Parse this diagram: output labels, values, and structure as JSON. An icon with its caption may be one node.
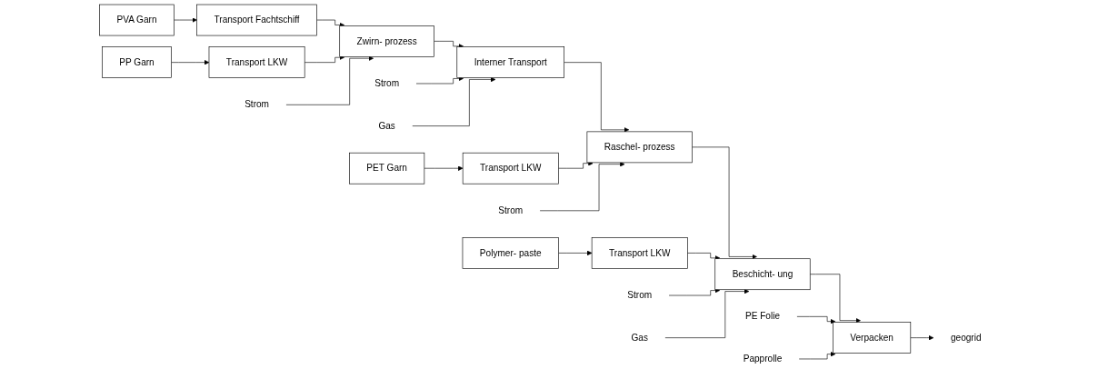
{
  "diagram": {
    "nodes": [
      {
        "text": [
          "PVA Garn"
        ]
      },
      {
        "text": [
          "Transport Fachtschiff"
        ]
      },
      {
        "text": [
          "PP Garn"
        ]
      },
      {
        "text": [
          "Transport LKW"
        ]
      },
      {
        "text": [
          "PET Garn"
        ]
      },
      {
        "text": [
          "Transport LKW"
        ]
      },
      {
        "text": [
          "Polymer- paste"
        ]
      },
      {
        "text": [
          "Transport LKW"
        ]
      },
      {
        "text": [
          "Zwirn- prozess"
        ]
      },
      {
        "text": [
          "Interner Transport"
        ]
      },
      {
        "text": [
          "Raschel- prozess"
        ]
      },
      {
        "text": [
          "Beschicht- ung"
        ]
      },
      {
        "text": [
          "Verpacken"
        ]
      },
      {
        "text": [
          "geogrid"
        ]
      },
      {
        "text": [
          "Strom"
        ]
      },
      {
        "text": [
          "Strom"
        ]
      },
      {
        "text": [
          "Gas"
        ]
      },
      {
        "text": [
          "Strom"
        ]
      },
      {
        "text": [
          "Strom"
        ]
      },
      {
        "text": [
          "Gas"
        ]
      },
      {
        "text": [
          "PE Folie"
        ]
      },
      {
        "text": [
          "Papprolle"
        ]
      }
    ],
    "edges": [
      {
        "from": 0,
        "to": 1,
        "arrow": "to"
      },
      {
        "from": 2,
        "to": 3,
        "arrow": "to"
      },
      {
        "from": 4,
        "to": 5,
        "arrow": "to"
      },
      {
        "from": 6,
        "to": 7,
        "arrow": "to"
      },
      {
        "from": 1,
        "to": 8,
        "arrow": "to"
      },
      {
        "from": 3,
        "to": 8,
        "arrow": "to"
      },
      {
        "from": 8,
        "to": 9,
        "arrow": "to"
      },
      {
        "from": 9,
        "to": 10,
        "arrow": "to"
      },
      {
        "from": 10,
        "to": 11,
        "arrow": "to"
      },
      {
        "from": 11,
        "to": 12,
        "arrow": "to"
      },
      {
        "from": 12,
        "to": 13,
        "arrow": "to"
      },
      {
        "from": 5,
        "to": 10,
        "arrow": "to"
      },
      {
        "from": 7,
        "to": 11,
        "arrow": "to"
      },
      {
        "from": 14,
        "to": 8,
        "arrow": "to"
      },
      {
        "from": 15,
        "to": 9,
        "arrow": "to"
      },
      {
        "from": 16,
        "to": 9,
        "arrow": "to"
      },
      {
        "from": 17,
        "to": 10,
        "arrow": "to"
      },
      {
        "from": 18,
        "to": 11,
        "arrow": "to"
      },
      {
        "from": 19,
        "to": 11,
        "arrow": "to"
      },
      {
        "from": 20,
        "to": 12,
        "arrow": "to"
      },
      {
        "from": 21,
        "to": 12,
        "arrow": "to"
      }
    ]
  }
}
